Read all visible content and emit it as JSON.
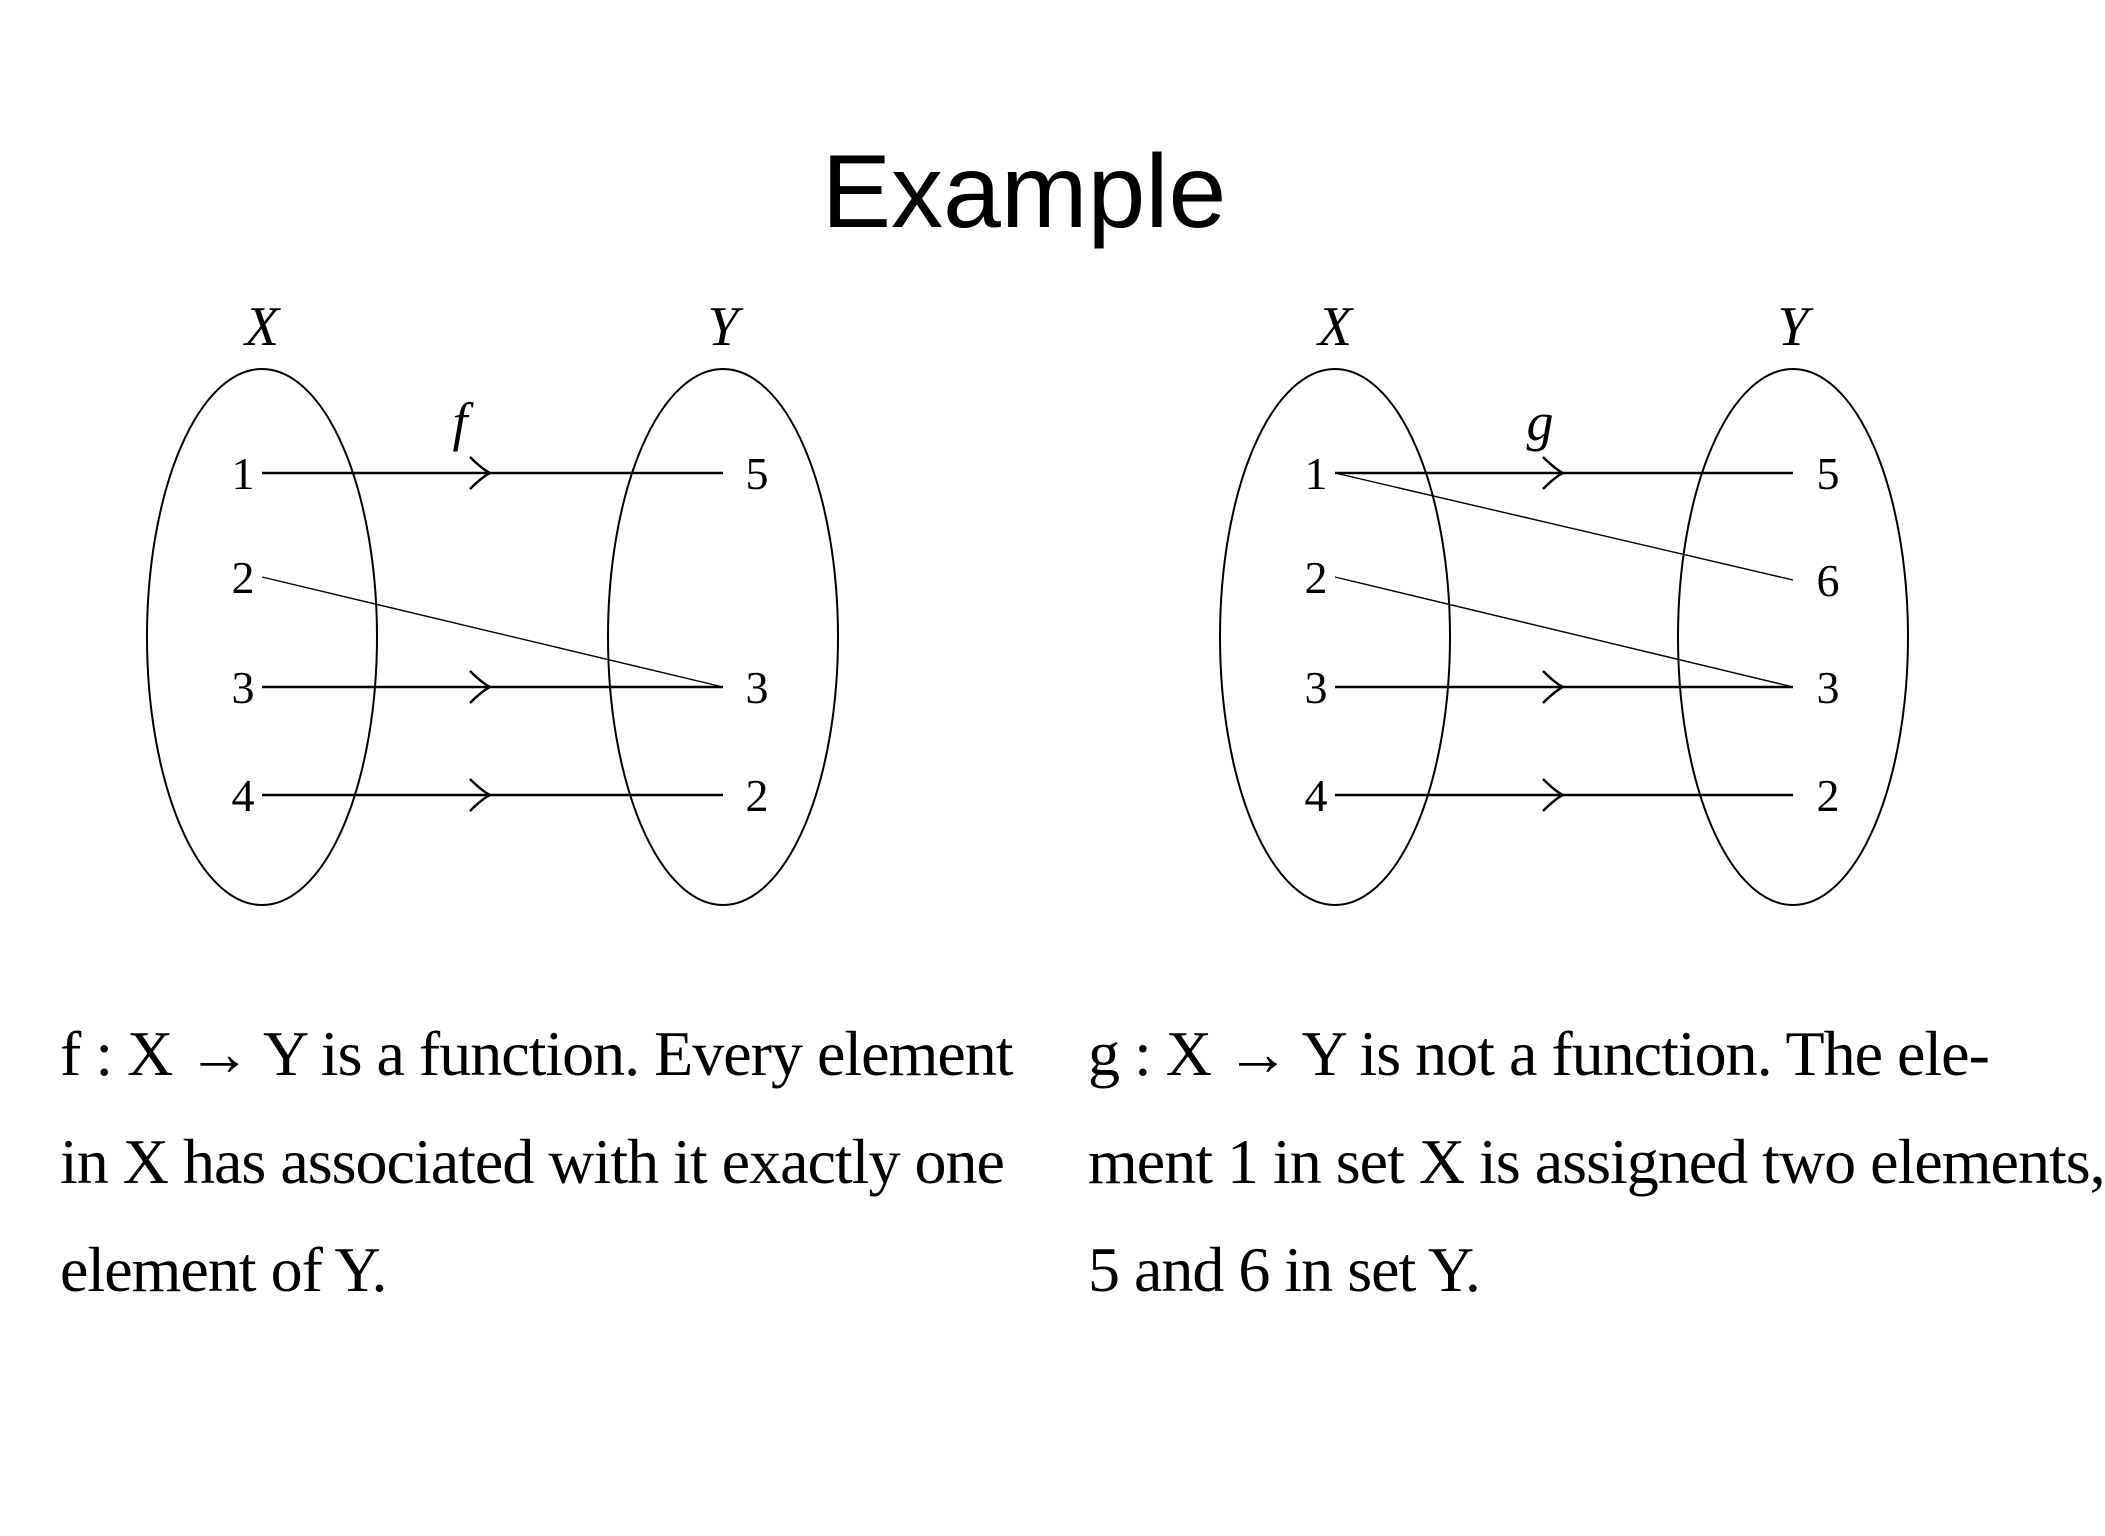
{
  "title": "Example",
  "diagrams": [
    {
      "function_name": "f",
      "domain_label": "X",
      "codomain_label": "Y",
      "domain_elements": [
        "1",
        "2",
        "3",
        "4"
      ],
      "codomain_elements": [
        "5",
        "3",
        "2"
      ],
      "mappings": [
        {
          "from": "1",
          "to": "5",
          "arrow": true
        },
        {
          "from": "2",
          "to": "3",
          "arrow": false
        },
        {
          "from": "3",
          "to": "3",
          "arrow": true
        },
        {
          "from": "4",
          "to": "2",
          "arrow": true
        }
      ]
    },
    {
      "function_name": "g",
      "domain_label": "X",
      "codomain_label": "Y",
      "domain_elements": [
        "1",
        "2",
        "3",
        "4"
      ],
      "codomain_elements": [
        "5",
        "6",
        "3",
        "2"
      ],
      "mappings": [
        {
          "from": "1",
          "to": "5",
          "arrow": true
        },
        {
          "from": "1",
          "to": "6",
          "arrow": false
        },
        {
          "from": "2",
          "to": "3",
          "arrow": false
        },
        {
          "from": "3",
          "to": "3",
          "arrow": true
        },
        {
          "from": "4",
          "to": "2",
          "arrow": true
        }
      ]
    }
  ],
  "captions": {
    "left": [
      "f : X → Y is a function. Every element",
      "in X has associated with it exactly one",
      "element of Y."
    ],
    "right": [
      "g : X → Y is not a function. The ele-",
      "ment 1 in set X is assigned two elements,",
      "5 and 6 in set Y."
    ]
  }
}
